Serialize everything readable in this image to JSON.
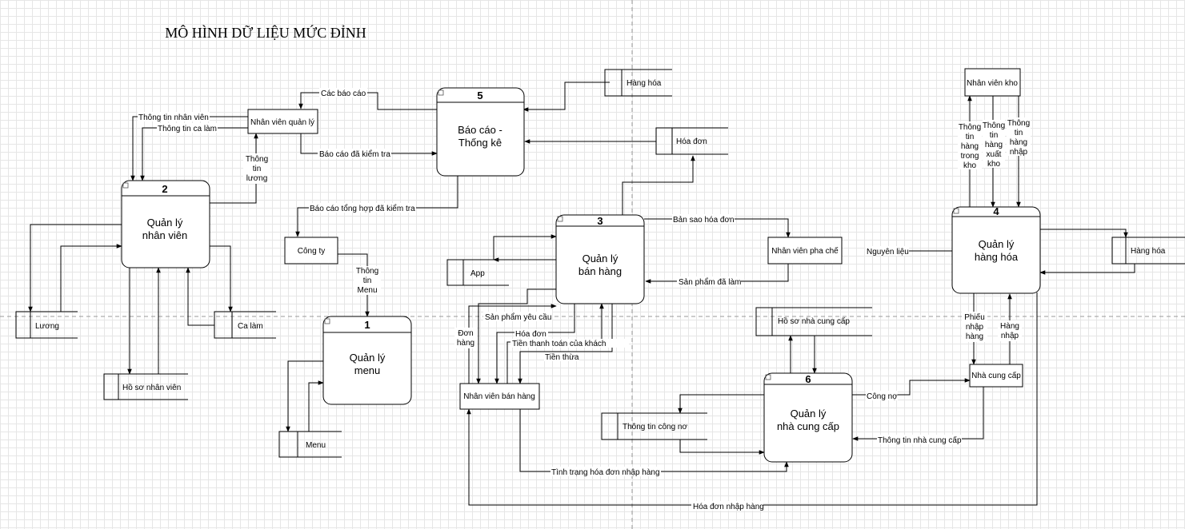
{
  "title": "MÔ HÌNH DỮ LIỆU MỨC ĐỈNH",
  "processes": {
    "p1": {
      "num": "1",
      "line1": "Quản lý",
      "line2": "menu"
    },
    "p2": {
      "num": "2",
      "line1": "Quản lý",
      "line2": "nhân viên"
    },
    "p3": {
      "num": "3",
      "line1": "Quản lý",
      "line2": "bán hàng"
    },
    "p4": {
      "num": "4",
      "line1": "Quản lý",
      "line2": "hàng hóa"
    },
    "p5": {
      "num": "5",
      "line1": "Báo cáo -",
      "line2": "Thống kê"
    },
    "p6": {
      "num": "6",
      "line1": "Quản lý",
      "line2": "nhà cung cấp"
    }
  },
  "entities": {
    "nv_quan_ly": "Nhân viên quản lý",
    "cong_ty": "Công ty",
    "nv_ban_hang": "Nhân viên bán hàng",
    "nv_pha_che": "Nhân viên pha chế",
    "nv_kho": "Nhân viên kho",
    "nha_cung_cap": "Nhà cung cấp"
  },
  "stores": {
    "luong": "Lương",
    "ho_so_nv": "Hồ sơ nhân viên",
    "ca_lam": "Ca làm",
    "menu": "Menu",
    "app": "App",
    "hang_hoa_top": "Hàng hóa",
    "hoa_don": "Hóa đơn",
    "hang_hoa_right": "Hàng hóa",
    "ho_so_ncc": "Hồ sơ nhà cung cấp",
    "thong_tin_cong_no": "Thông tin công nơ"
  },
  "flows": {
    "cac_bao_cao": "Các báo cáo",
    "thong_tin_nhan_vien": "Thông tin nhân viên",
    "thong_tin_ca_lam": "Thông tin ca làm",
    "thong_tin_luong": [
      "Thông",
      "tin",
      "lương"
    ],
    "bao_cao_da_kiem_tra": "Báo cáo đã kiểm tra",
    "bao_cao_tong_hop": "Báo cáo tổng hợp đã kiểm tra",
    "thong_tin_menu": [
      "Thông",
      "tin",
      "Menu"
    ],
    "ban_sao_hoa_don": "Bản sao hóa đơn",
    "san_pham_da_lam": "Sản phẩm đã làm",
    "nguyen_lieu": "Nguyên liệu",
    "san_pham_yeu_cau": "Sản phẩm yêu cầu",
    "don_hang": [
      "Đơn",
      "hàng"
    ],
    "hoa_don_flow": "Hóa đơn",
    "tien_thanh_toan": "Tiền thanh toán của khách",
    "tien_thua": "Tiền thừa",
    "tinh_trang_hd": "Tình trạng hóa đơn nhập hàng",
    "hoa_don_nhap_hang": "Hóa đơn nhập hàng",
    "cong_no": "Công nợ",
    "thong_tin_ncc": "Thông tin nhà cung cấp",
    "phieu_nhap_hang": [
      "Phiếu",
      "nhập",
      "hàng"
    ],
    "hang_nhap": [
      "Hàng",
      "nhập"
    ],
    "tt_hang_trong_kho": [
      "Thông",
      "tin",
      "hàng",
      "trong",
      "kho"
    ],
    "tt_hang_xuat_kho": [
      "Thông",
      "tin",
      "hàng",
      "xuất",
      "kho"
    ],
    "tt_hang_nhap": [
      "Thông",
      "tin",
      "hàng",
      "nhập"
    ]
  }
}
